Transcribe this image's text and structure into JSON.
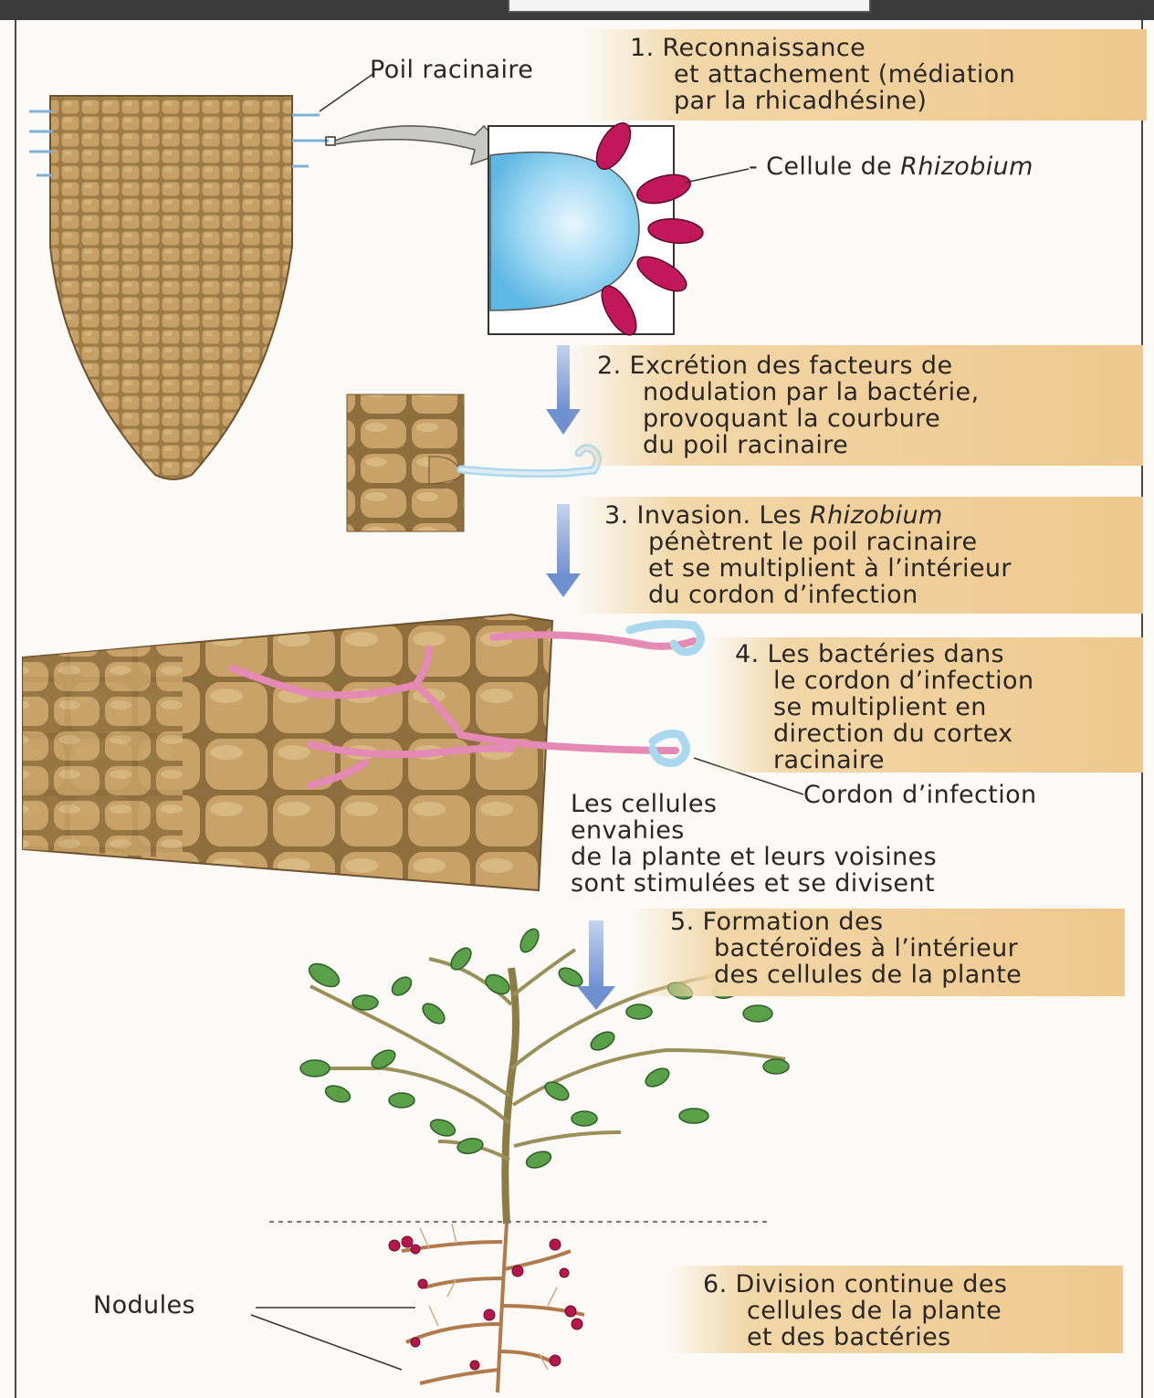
{
  "steps": {
    "s1": {
      "lines": [
        "1. Reconnaissance",
        "et attachement (médiation",
        "par la rhicadhésine)"
      ]
    },
    "s2": {
      "lines": [
        "2. Excrétion des facteurs de",
        "nodulation par la bactérie,",
        "provoquant la courbure",
        "du poil racinaire"
      ]
    },
    "s3": {
      "l1_prefix": "3. Invasion. Les ",
      "l1_italic": "Rhizobium",
      "lines": [
        "pénètrent le poil racinaire",
        "et se multiplient à l’intérieur",
        "du cordon d’infection"
      ]
    },
    "s4": {
      "lines": [
        "4. Les bactéries dans",
        "le cordon d’infection",
        "se multiplient en",
        "direction du cortex",
        "racinaire"
      ]
    },
    "s5": {
      "lines": [
        "5. Formation des",
        "bactéroïdes à l’intérieur",
        "des cellules de la plante"
      ]
    },
    "s6": {
      "lines": [
        "6. Division continue des",
        "cellules de la plante",
        "et des bactéries"
      ]
    }
  },
  "labels": {
    "poil_racinaire": "Poil racinaire",
    "cellule_prefix": "Cellule de ",
    "cellule_italic": "Rhizobium",
    "cordon": "Cordon d’infection",
    "cellules_envahies": [
      "Les cellules",
      "envahies",
      "de la plante et leurs voisines",
      "sont stimulées et se divisent"
    ],
    "nodules": "Nodules"
  },
  "colors": {
    "callout": "#eec88d",
    "root": "#9a7a4a",
    "cell_light": "#c9a56c",
    "cell_dark": "#8a6a3a",
    "arrow": "#7f9fd6",
    "bulge": "#8fd0f0",
    "bacteria": "#c2185b",
    "infection_thread": "#e48ab4",
    "leaf": "#5aa049",
    "nodule": "#b5174c"
  }
}
